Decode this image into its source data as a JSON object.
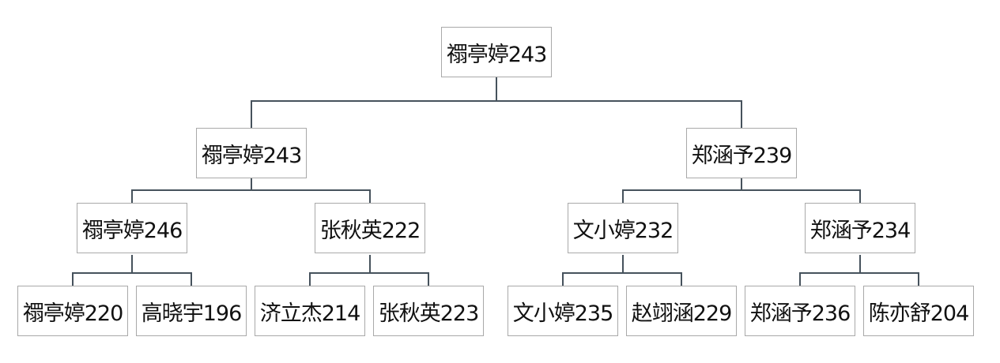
{
  "bracket": {
    "root": "禤亭婷243",
    "semifinal": [
      "禤亭婷243",
      "郑涵予239"
    ],
    "quarterfinal": [
      "禤亭婷246",
      "张秋英222",
      "文小婷232",
      "郑涵予234"
    ],
    "first_round": [
      "禤亭婷220",
      "高晓宇196",
      "济立杰214",
      "张秋英223",
      "文小婷235",
      "赵翊涵229",
      "郑涵予236",
      "陈亦舒204"
    ]
  }
}
